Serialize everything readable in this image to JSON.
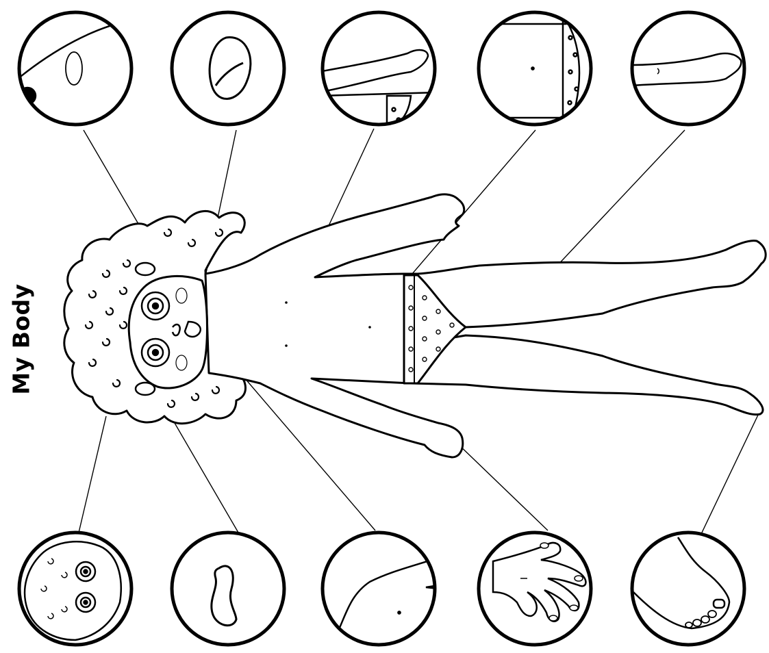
{
  "title": "My Body",
  "colors": {
    "ink": "#000000",
    "paper": "#ffffff"
  },
  "callouts": [
    {
      "name": "ear-callout",
      "depicts": "ear"
    },
    {
      "name": "nose-callout",
      "depicts": "nose"
    },
    {
      "name": "arm-callout",
      "depicts": "arm"
    },
    {
      "name": "belly-callout",
      "depicts": "belly"
    },
    {
      "name": "leg-callout",
      "depicts": "leg"
    },
    {
      "name": "head-callout",
      "depicts": "head"
    },
    {
      "name": "mouth-callout",
      "depicts": "mouth"
    },
    {
      "name": "shoulder-callout",
      "depicts": "shoulder"
    },
    {
      "name": "hand-callout",
      "depicts": "hand"
    },
    {
      "name": "foot-callout",
      "depicts": "foot"
    }
  ]
}
